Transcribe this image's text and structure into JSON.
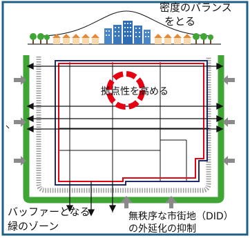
{
  "labels": {
    "density_balance_line1": "密度のバランス",
    "density_balance_line2": "をとる",
    "strengthen_hub": "拠点性を高める",
    "buffer_zone_line1": "バッファーとなる",
    "buffer_zone_line2": "緑のゾーン",
    "sprawl_control_line1": "無秩序な市街地（DID）",
    "sprawl_control_line2": "の外延化の抑制"
  },
  "colors": {
    "frame": "#1f5f86",
    "green_zone": "#3fa535",
    "urban_boundary": "#e60012",
    "did_boundary": "#1d2a6b",
    "hub_ring": "#e60012",
    "inward_arrow": "#8a8a8a",
    "rail": "#9c9c9c",
    "grid_line": "#111111",
    "house_roof": "#e3893a",
    "building": "#4a86c5",
    "tree": "#3fa535"
  },
  "icons": {
    "tree": "tree-icon",
    "house": "house-icon",
    "building": "building-icon",
    "inward_arrow": "inward-arrow-icon",
    "hub": "hub-ring-icon"
  }
}
